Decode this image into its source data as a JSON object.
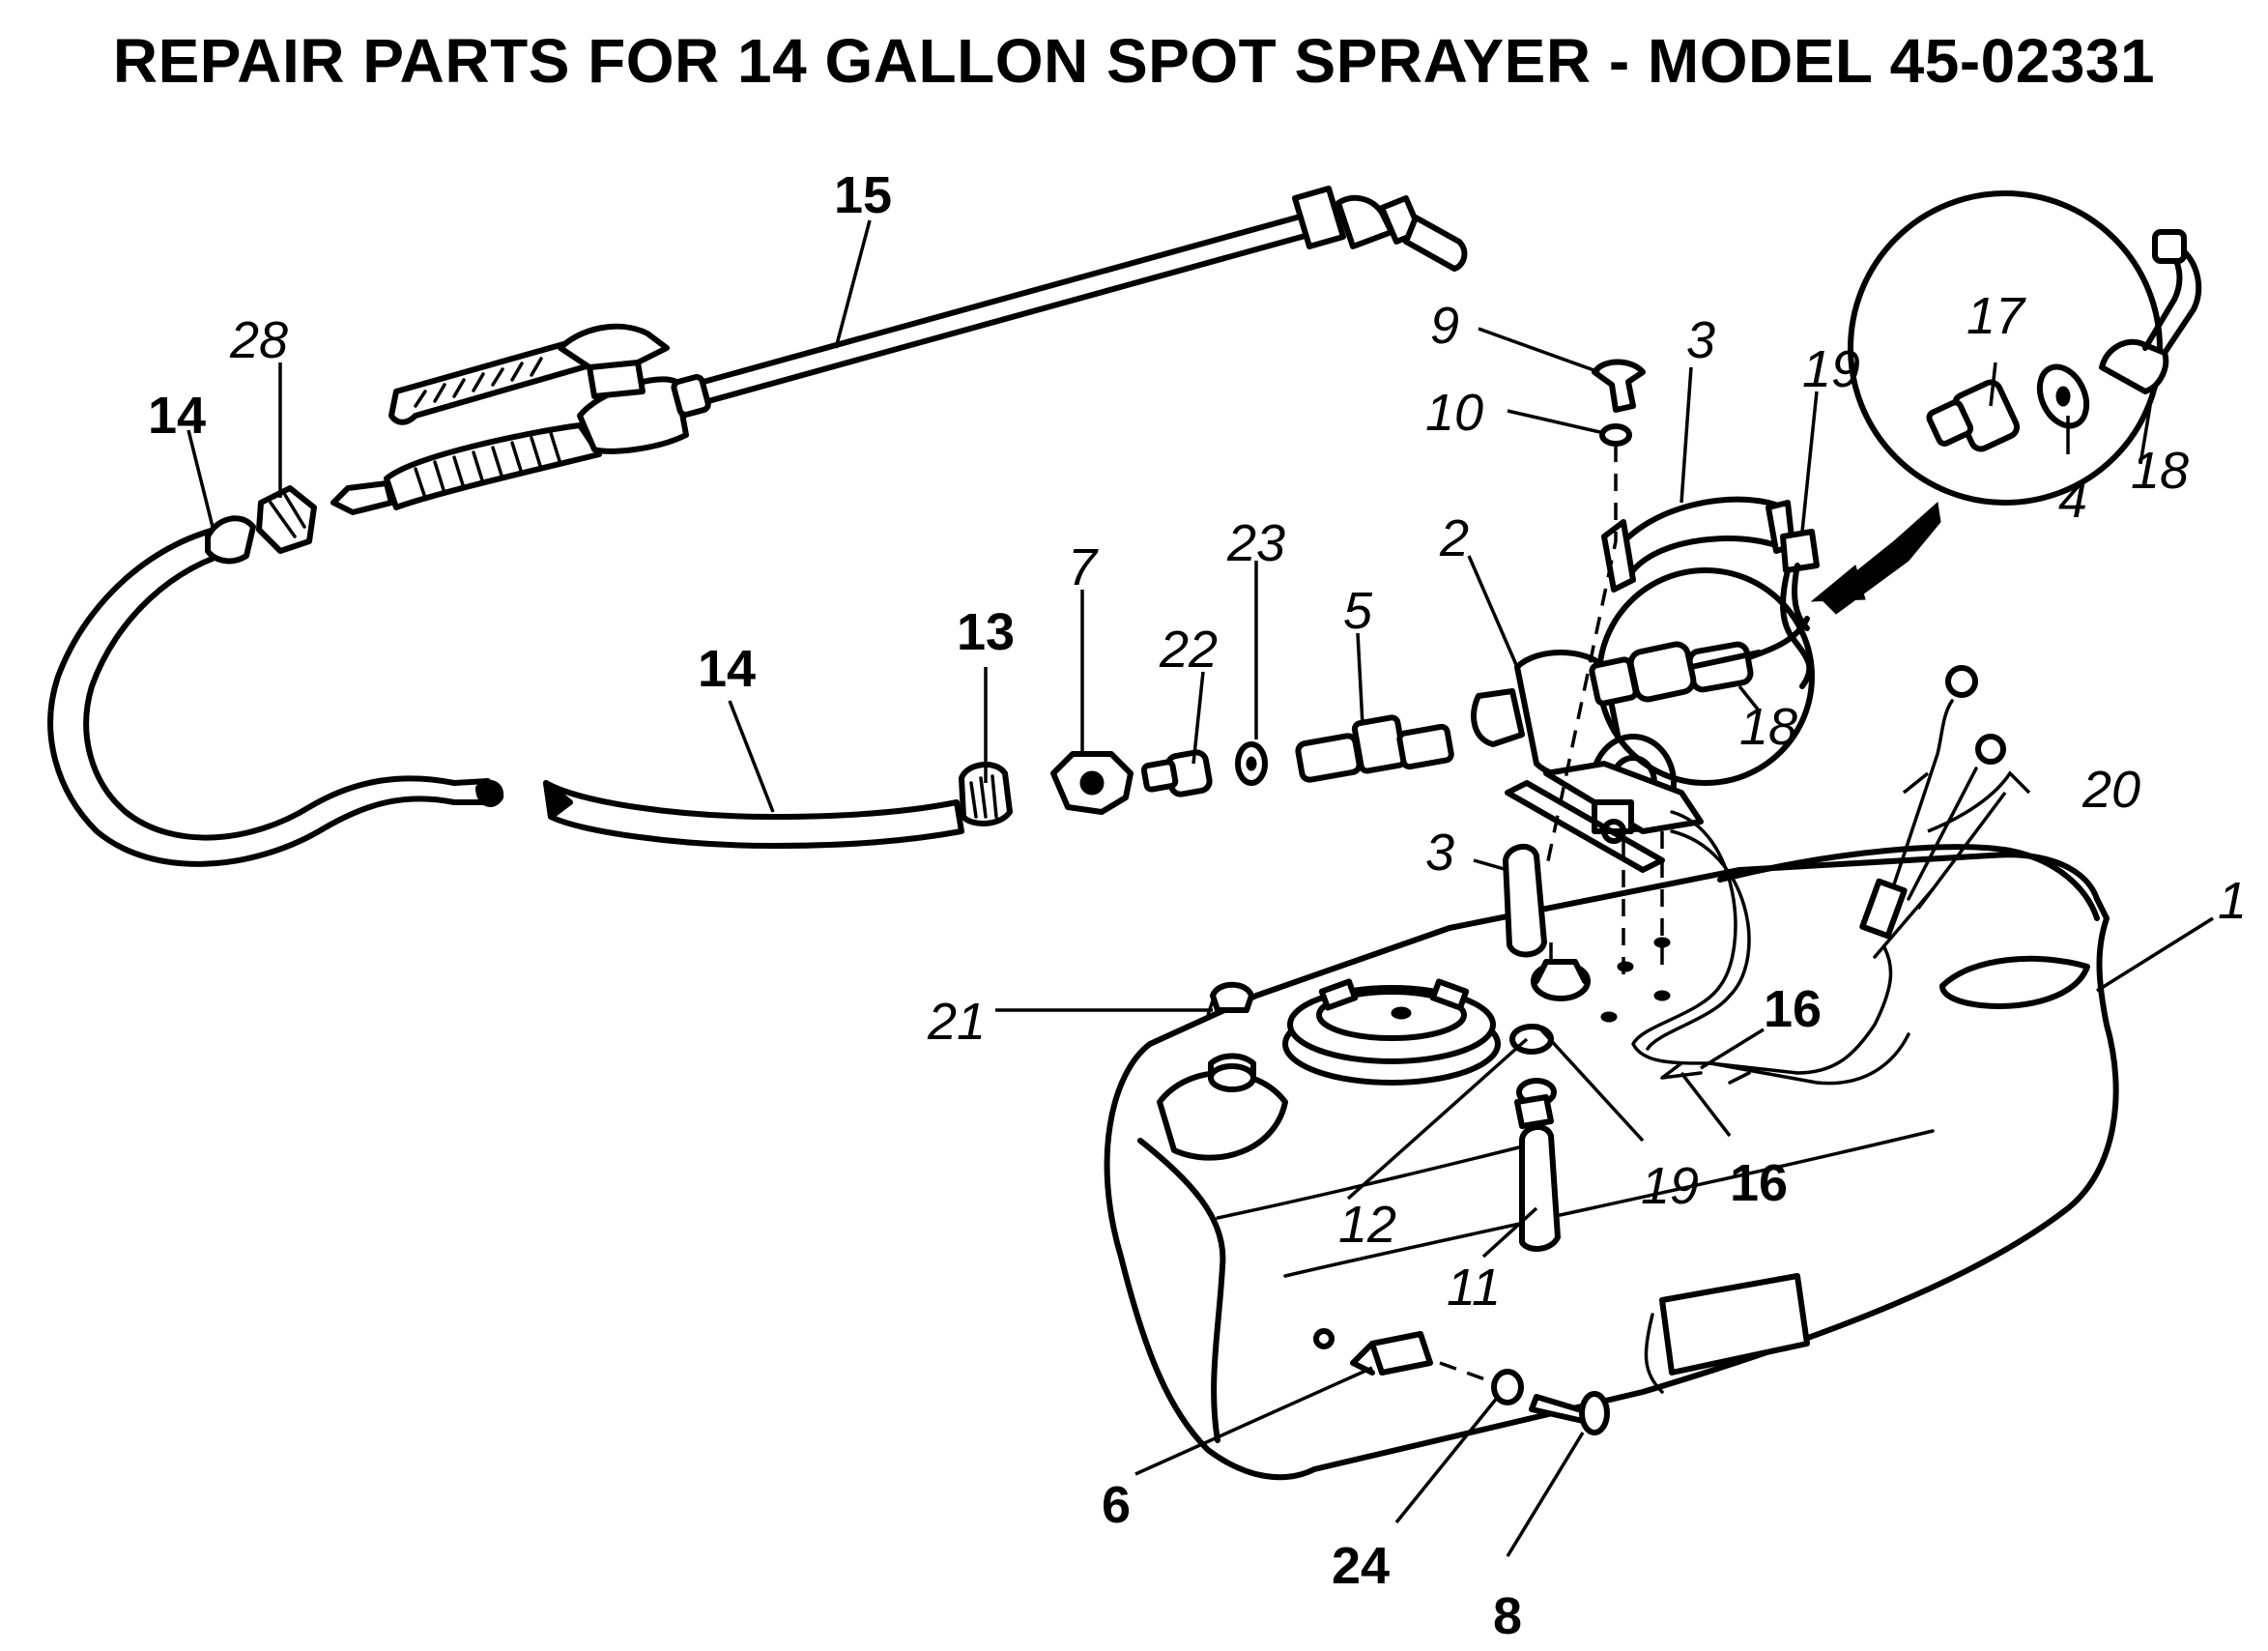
{
  "title": "REPAIR PARTS FOR 14 GALLON SPOT SPRAYER - MODEL 45-02331",
  "callouts": [
    {
      "id": "c1",
      "text": "1"
    },
    {
      "id": "c2",
      "text": "2"
    },
    {
      "id": "c3a",
      "text": "3"
    },
    {
      "id": "c3b",
      "text": "3"
    },
    {
      "id": "c4",
      "text": "4"
    },
    {
      "id": "c5",
      "text": "5"
    },
    {
      "id": "c6",
      "text": "6"
    },
    {
      "id": "c7",
      "text": "7"
    },
    {
      "id": "c8",
      "text": "8"
    },
    {
      "id": "c9",
      "text": "9"
    },
    {
      "id": "c10",
      "text": "10"
    },
    {
      "id": "c11",
      "text": "11"
    },
    {
      "id": "c12",
      "text": "12"
    },
    {
      "id": "c13",
      "text": "13"
    },
    {
      "id": "c14a",
      "text": "14"
    },
    {
      "id": "c14b",
      "text": "14"
    },
    {
      "id": "c15",
      "text": "15"
    },
    {
      "id": "c16a",
      "text": "16"
    },
    {
      "id": "c16b",
      "text": "16"
    },
    {
      "id": "c17",
      "text": "17"
    },
    {
      "id": "c18a",
      "text": "18"
    },
    {
      "id": "c18b",
      "text": "18"
    },
    {
      "id": "c19a",
      "text": "19"
    },
    {
      "id": "c19b",
      "text": "19"
    },
    {
      "id": "c20",
      "text": "20"
    },
    {
      "id": "c21",
      "text": "21"
    },
    {
      "id": "c22",
      "text": "22"
    },
    {
      "id": "c23",
      "text": "23"
    },
    {
      "id": "c24",
      "text": "24"
    },
    {
      "id": "c28",
      "text": "28"
    }
  ]
}
